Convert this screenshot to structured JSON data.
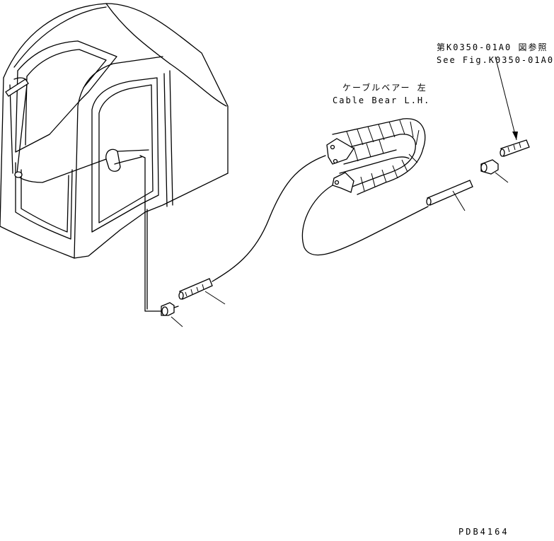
{
  "callouts": {
    "ref_jp": "第K0350-01A0 図参照",
    "ref_en": "See Fig.K0350-01A0",
    "cable_bear_jp": "ケーブルベアー 左",
    "cable_bear_en": "Cable Bear L.H."
  },
  "drawing_number": "PDB4164"
}
